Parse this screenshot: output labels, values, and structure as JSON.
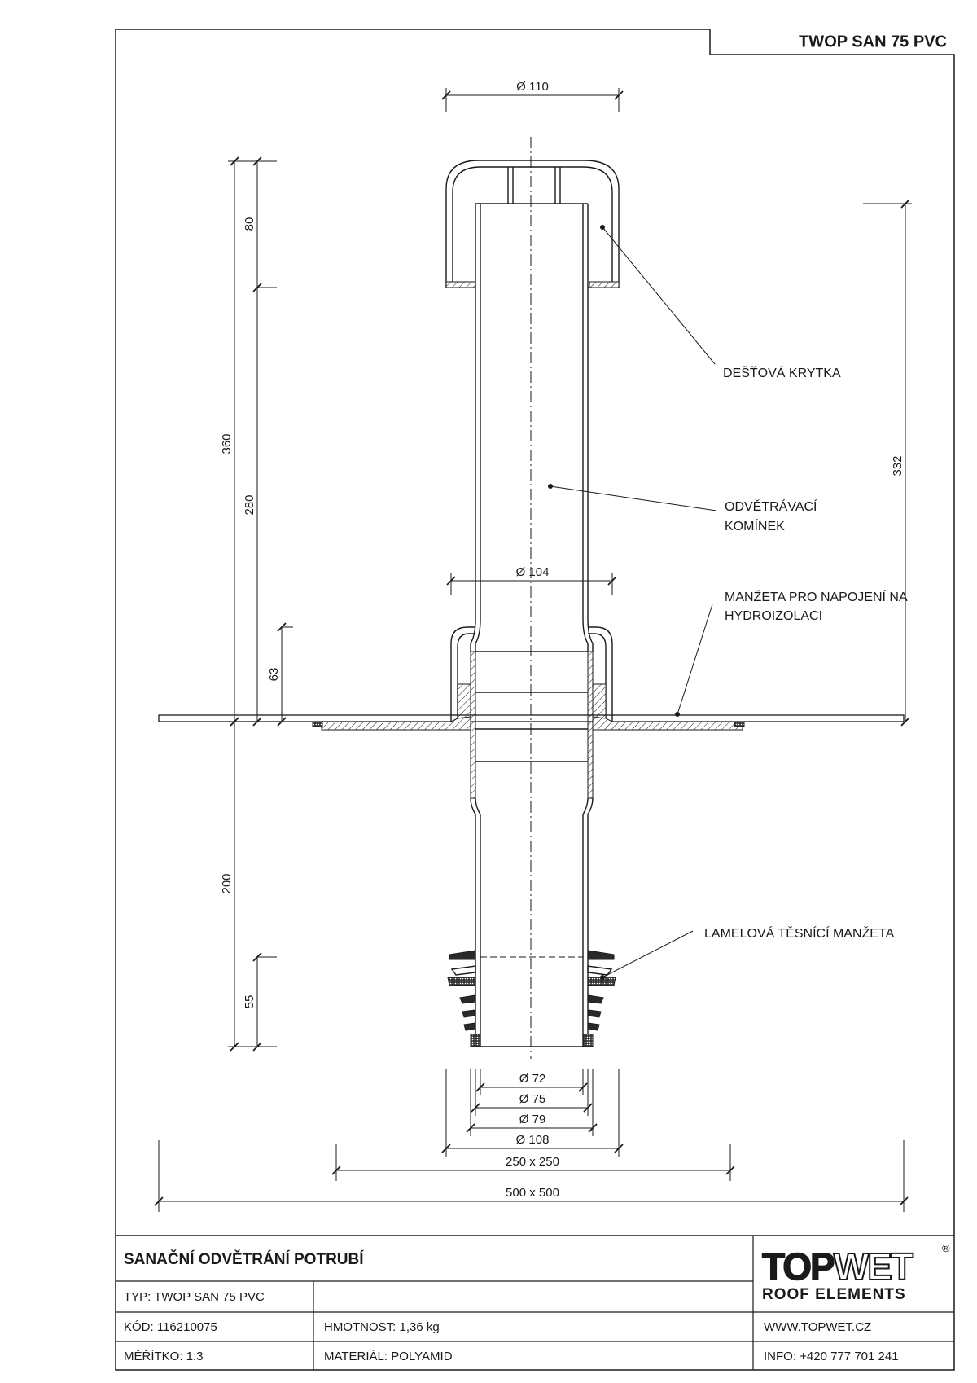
{
  "header": {
    "product_code": "TWOP SAN 75 PVC"
  },
  "dimensions": {
    "top_diameter": "Ø 110",
    "collar_diameter": "Ø 104",
    "left_total_height": "360",
    "left_cap_height": "80",
    "left_upper_height": "280",
    "left_sleeve_height": "63",
    "left_lower_height": "200",
    "left_seal_height": "55",
    "right_height": "332",
    "d72": "Ø 72",
    "d75": "Ø 75",
    "d79": "Ø 79",
    "d108": "Ø 108",
    "inner_plate": "250 x 250",
    "outer_plate": "500 x 500"
  },
  "callouts": {
    "rain_cap": "DEŠŤOVÁ KRYTKA",
    "chimney_line1": "ODVĚTRÁVACÍ",
    "chimney_line2": "KOMÍNEK",
    "collar_line1": "MANŽETA PRO NAPOJENÍ NA",
    "collar_line2": "HYDROIZOLACI",
    "lamella": "LAMELOVÁ TĚSNÍCÍ MANŽETA"
  },
  "title_block": {
    "title": "SANAČNÍ ODVĚTRÁNÍ POTRUBÍ",
    "type": "TYP: TWOP SAN 75 PVC",
    "code": "KÓD: 116210075",
    "weight": "HMOTNOST: 1,36 kg",
    "web": "WWW.TOPWET.CZ",
    "scale": "MĚŘÍTKO: 1:3",
    "material": "MATERIÁL: POLYAMID",
    "info": "INFO: +420 777 701 241",
    "logo_top": "TOP",
    "logo_wet": "WET",
    "logo_sub": "ROOF ELEMENTS",
    "logo_mark": "®"
  },
  "colors": {
    "line": "#1a1a1a",
    "brand": "#1a1a1a",
    "background": "#ffffff"
  }
}
